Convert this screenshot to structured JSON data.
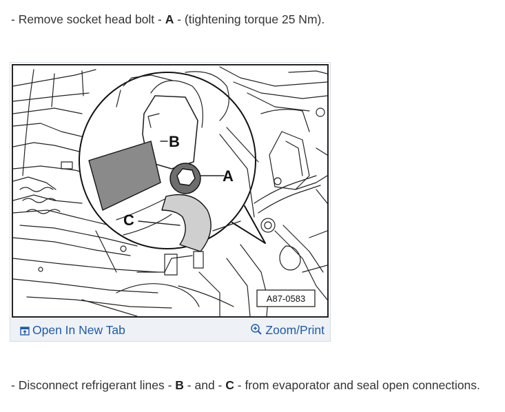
{
  "steps": [
    {
      "prefix": "- Remove socket head bolt - ",
      "ref": "A",
      "suffix": " - (tightening torque 25 Nm)."
    },
    {
      "prefix": "- Disconnect refrigerant lines - ",
      "ref1": "B",
      "mid": " - and - ",
      "ref2": "C",
      "suffix": " - from evaporator and seal open connections."
    }
  ],
  "figure": {
    "labels": {
      "a": "A",
      "b": "B",
      "c": "C"
    },
    "code": "A87-0583"
  },
  "footer": {
    "open_tab": "Open In New Tab",
    "zoom_print": "Zoom/Print",
    "open_tab_icon": "open-new-tab-icon",
    "zoom_icon": "zoom-in-icon"
  },
  "colors": {
    "link": "#1f5aa8",
    "footer_bg": "#eef2f6"
  }
}
